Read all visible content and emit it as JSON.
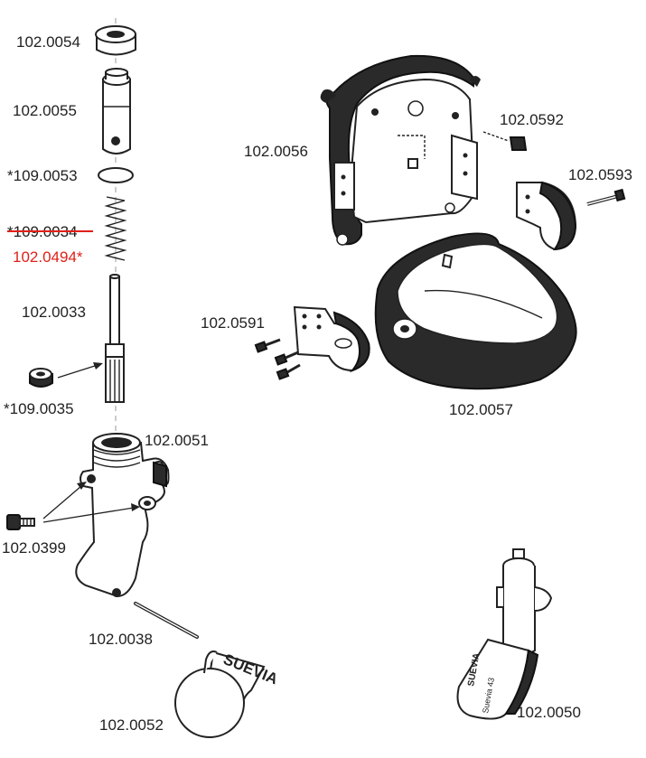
{
  "labels": {
    "p0054": "102.0054",
    "p0055": "102.0055",
    "p0053": "*109.0053",
    "p0034_old": "*109.0034",
    "p0494_new": "102.0494*",
    "p0033": "102.0033",
    "p0035": "*109.0035",
    "p0051": "102.0051",
    "p0399": "102.0399",
    "p0038": "102.0038",
    "p0052": "102.0052",
    "p0056": "102.0056",
    "p0592": "102.0592",
    "p0593": "102.0593",
    "p0591": "102.0591",
    "p0057": "102.0057",
    "p0050": "102.0050"
  },
  "embossed_text": {
    "brand_small": "SUEVIA",
    "brand_lever": "SUEVIA",
    "lever_code": "Suevia 43"
  },
  "colors": {
    "line": "#222222",
    "replaced_part": "#e0201a"
  }
}
